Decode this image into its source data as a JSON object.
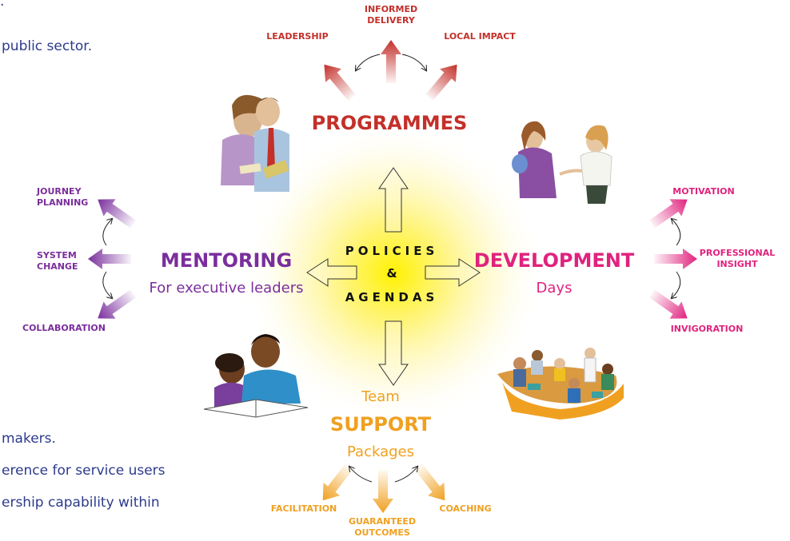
{
  "background_text": {
    "top_dot": ".",
    "line1": "public sector.",
    "line2": "makers.",
    "line3": "erence for service users",
    "line4": "ership capability within"
  },
  "center": {
    "line1": "POLICIES",
    "line2": "&",
    "line3": "AGENDAS"
  },
  "programmes": {
    "title": "PROGRAMMES",
    "items": [
      "LEADERSHIP",
      "INFORMED",
      "DELIVERY",
      "LOCAL IMPACT"
    ]
  },
  "mentoring": {
    "title": "MENTORING",
    "subtitle": "For executive leaders",
    "items": [
      "JOURNEY",
      "PLANNING",
      "SYSTEM",
      "CHANGE",
      "COLLABORATION"
    ]
  },
  "development": {
    "title": "DEVELOPMENT",
    "subtitle": "Days",
    "items": [
      "MOTIVATION",
      "PROFESSIONAL",
      "INSIGHT",
      "INVIGORATION"
    ]
  },
  "support": {
    "pre": "Team",
    "title": "SUPPORT",
    "subtitle": "Packages",
    "items": [
      "FACILITATION",
      "GUARANTEED",
      "OUTCOMES",
      "COACHING"
    ]
  },
  "colors": {
    "programmes": "#c3302a",
    "mentoring": "#7a2e9c",
    "development": "#e0227e",
    "support": "#f0a020",
    "body_text": "#2d3a8c",
    "glow": "#fff200"
  },
  "illustrations": [
    "office-meeting-clipart",
    "colleagues-conversation-clipart",
    "tutoring-clipart",
    "team-table-clipart"
  ]
}
